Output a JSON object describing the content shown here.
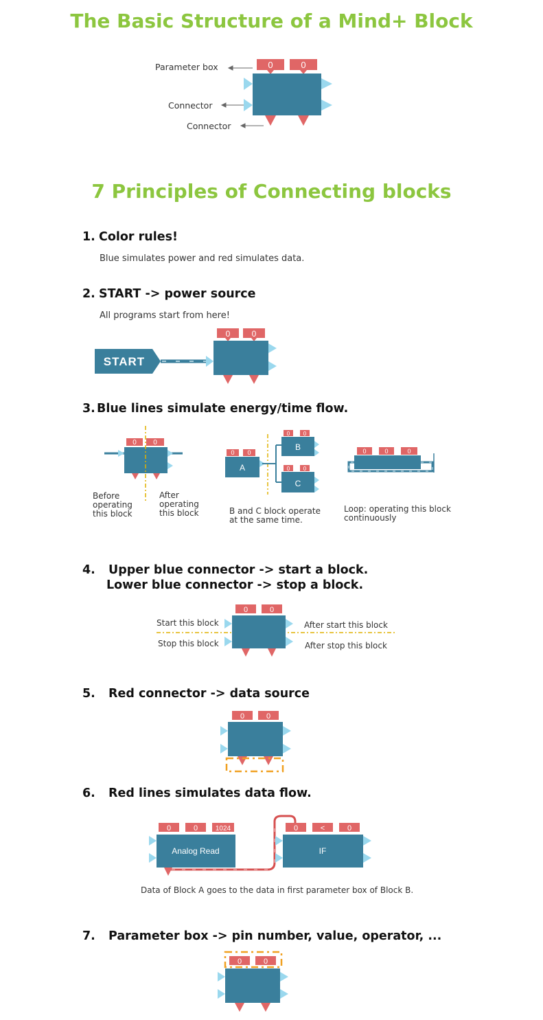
{
  "title": "The Basic Structure of a Mind+ Block",
  "structure": {
    "parameter_box_label": "Parameter box",
    "connector_label_1": "Connector",
    "connector_label_2": "Connector",
    "param_values": [
      "0",
      "0"
    ]
  },
  "principles_title": "7 Principles of Connecting blocks",
  "principles": [
    {
      "number": "1.",
      "title": "Color rules!",
      "desc": "Blue simulates power and red simulates data."
    },
    {
      "number": "2.",
      "title": "START -> power source",
      "desc": "All programs start from here!",
      "start_label": "START"
    },
    {
      "number": "3.",
      "title": "Blue lines simulate energy/time flow.",
      "block_a": "A",
      "block_b": "B",
      "block_c": "C",
      "before_label": "Before operating this block",
      "after_label": "After operating this block",
      "parallel_label": "B and C block operate at the same time.",
      "loop_label": "Loop: operating this block continuously"
    },
    {
      "number": "4.",
      "title_line1": "Upper blue connector -> start a block.",
      "title_line2": "Lower blue connector -> stop a block.",
      "start_block": "Start this block",
      "stop_block": "Stop this block",
      "after_start": "After start this block",
      "after_stop": "After stop this block"
    },
    {
      "number": "5.",
      "title": "Red connector -> data source"
    },
    {
      "number": "6.",
      "title": "Red lines simulates data flow.",
      "block_a_name": "Analog Read",
      "block_a_params": [
        "0",
        "0",
        "1024"
      ],
      "block_b_name": "IF",
      "block_b_params": [
        "0",
        "<",
        "0"
      ],
      "desc": "Data of Block A goes to the data in first parameter box of Block B."
    },
    {
      "number": "7.",
      "title": "Parameter box -> pin number, value, operator, ..."
    }
  ],
  "colors": {
    "title_green": "#8cc63f",
    "block_blue": "#3a7f9c",
    "connector_light_blue": "#9ad8ee",
    "param_red": "#e06666",
    "guide_yellow": "#e0b000",
    "dashed_orange": "#f0a020",
    "data_line_red": "#d65050"
  }
}
